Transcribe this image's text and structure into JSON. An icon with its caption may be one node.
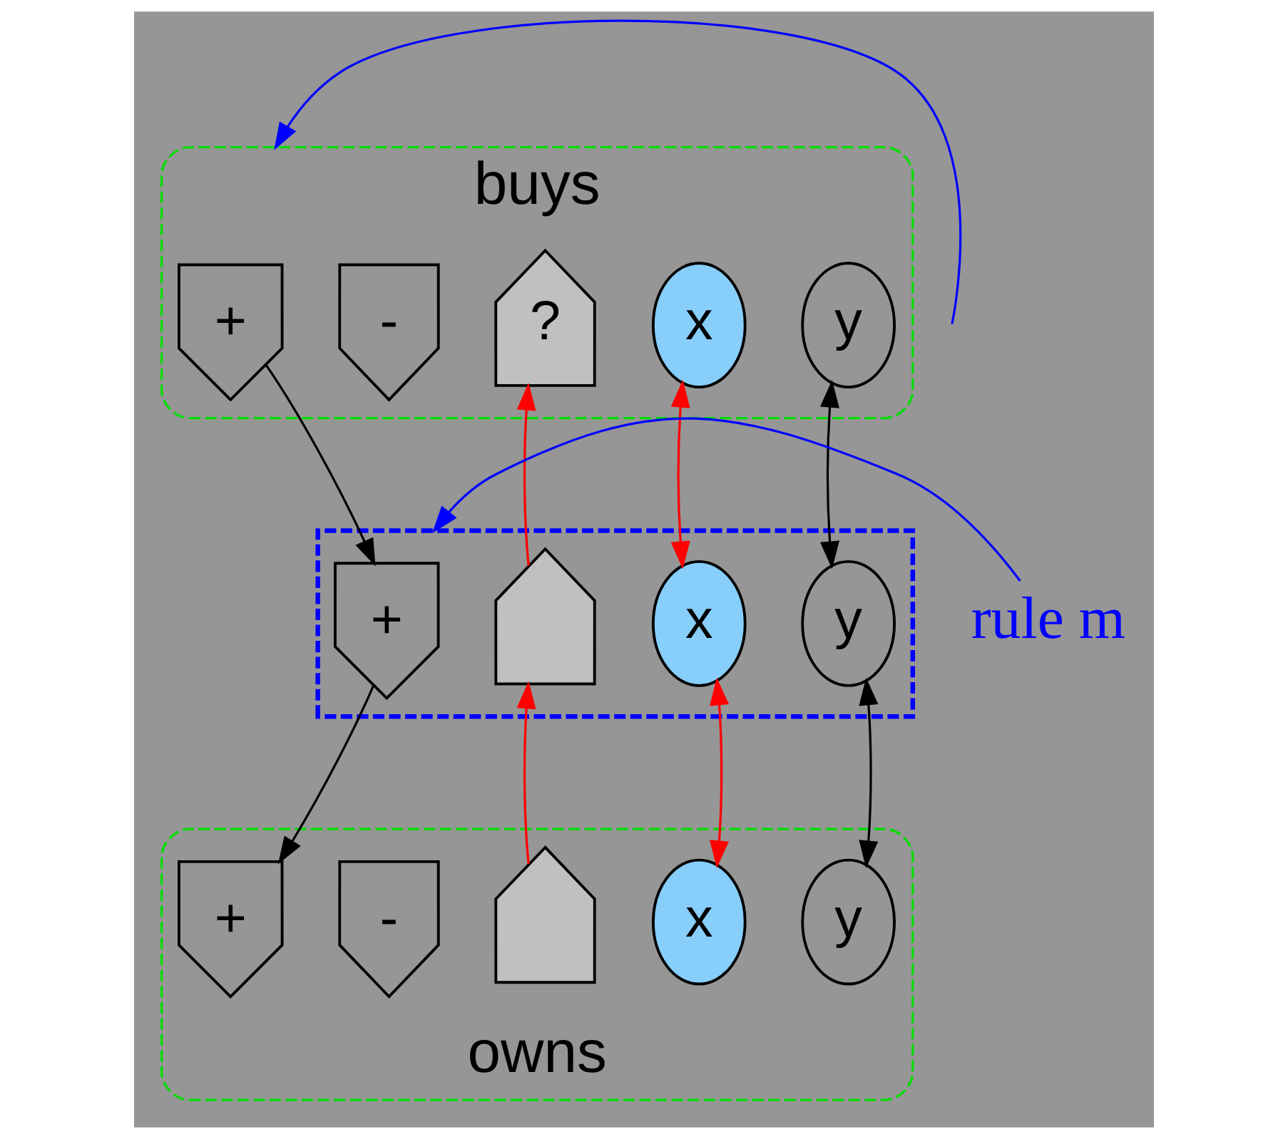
{
  "diagram": {
    "nodes": [
      {
        "text": [
          "buys"
        ]
      },
      {
        "text": [
          "+"
        ],
        "in": 0
      },
      {
        "text": [
          "-"
        ],
        "in": 0
      },
      {
        "text": [
          "?"
        ],
        "in": 0
      },
      {
        "text": [
          "x"
        ],
        "in": 0
      },
      {
        "text": [
          "y"
        ],
        "in": 0
      },
      {
        "text": [],
        "shape": "parallelogram"
      },
      {
        "text": [
          "+"
        ],
        "in": 6
      },
      {
        "text": [],
        "shape": "house",
        "in": 6
      },
      {
        "text": [
          "x"
        ],
        "in": 6
      },
      {
        "text": [
          "y"
        ],
        "in": 6
      },
      {
        "text": [
          "owns"
        ]
      },
      {
        "text": [
          "+"
        ],
        "in": 11
      },
      {
        "text": [
          "-"
        ],
        "in": 11
      },
      {
        "text": [],
        "shape": "house",
        "in": 11
      },
      {
        "text": [
          "x"
        ],
        "in": 11
      },
      {
        "text": [
          "y"
        ],
        "in": 11
      },
      {
        "text": [
          "rule m"
        ]
      }
    ],
    "edges": [
      {
        "from": 1,
        "to": 7,
        "arrow": "to"
      },
      {
        "from": 8,
        "to": 3,
        "arrow": "to",
        "color": "#ff0000"
      },
      {
        "from": 9,
        "to": 4,
        "arrow": "both",
        "color": "#ff0000"
      },
      {
        "from": 10,
        "to": 5,
        "arrow": "both"
      },
      {
        "from": 7,
        "to": 12,
        "arrow": "to"
      },
      {
        "from": 14,
        "to": 8,
        "arrow": "to",
        "color": "#ff0000"
      },
      {
        "from": 9,
        "to": 15,
        "arrow": "both",
        "color": "#ff0000"
      },
      {
        "from": 10,
        "to": 16,
        "arrow": "both"
      },
      {
        "from": null,
        "to": 0,
        "arrow": "to",
        "color": "#0000ff"
      },
      {
        "from": 17,
        "to": 6,
        "arrow": "to",
        "color": "#0000ff"
      }
    ]
  }
}
